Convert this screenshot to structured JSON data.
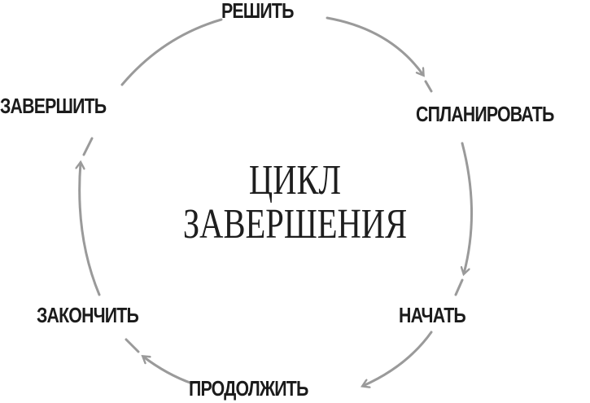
{
  "diagram": {
    "title_line1": "ЦИКЛ",
    "title_line2": "ЗАВЕРШЕНИЯ",
    "steps": [
      {
        "label": "РЕШИТЬ"
      },
      {
        "label": "СПЛАНИРОВАТЬ"
      },
      {
        "label": "НАЧАТЬ"
      },
      {
        "label": "ПРОДОЛЖИТЬ"
      },
      {
        "label": "ЗАКОНЧИТЬ"
      },
      {
        "label": "ЗАВЕРШИТЬ"
      }
    ],
    "colors": {
      "text": "#1b1b1b",
      "arrow": "#9a9a9a"
    },
    "flow_direction": "clockwise"
  }
}
